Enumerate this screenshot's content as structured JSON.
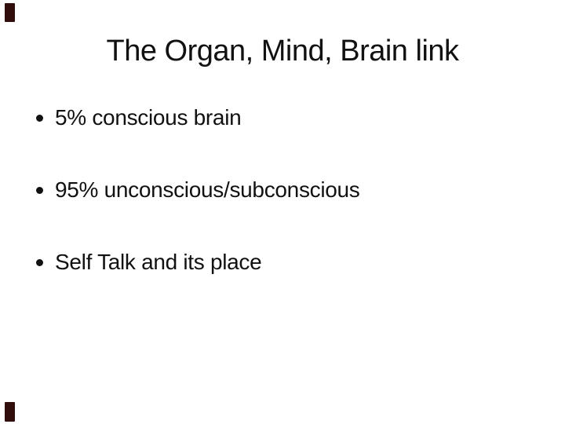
{
  "slide": {
    "title": "The Organ, Mind, Brain link",
    "bullets": [
      "5% conscious brain",
      "95% unconscious/subconscious",
      "Self Talk and its place"
    ],
    "colors": {
      "background": "#ffffff",
      "text": "#111111",
      "corner_mark": "#310d0b"
    }
  }
}
